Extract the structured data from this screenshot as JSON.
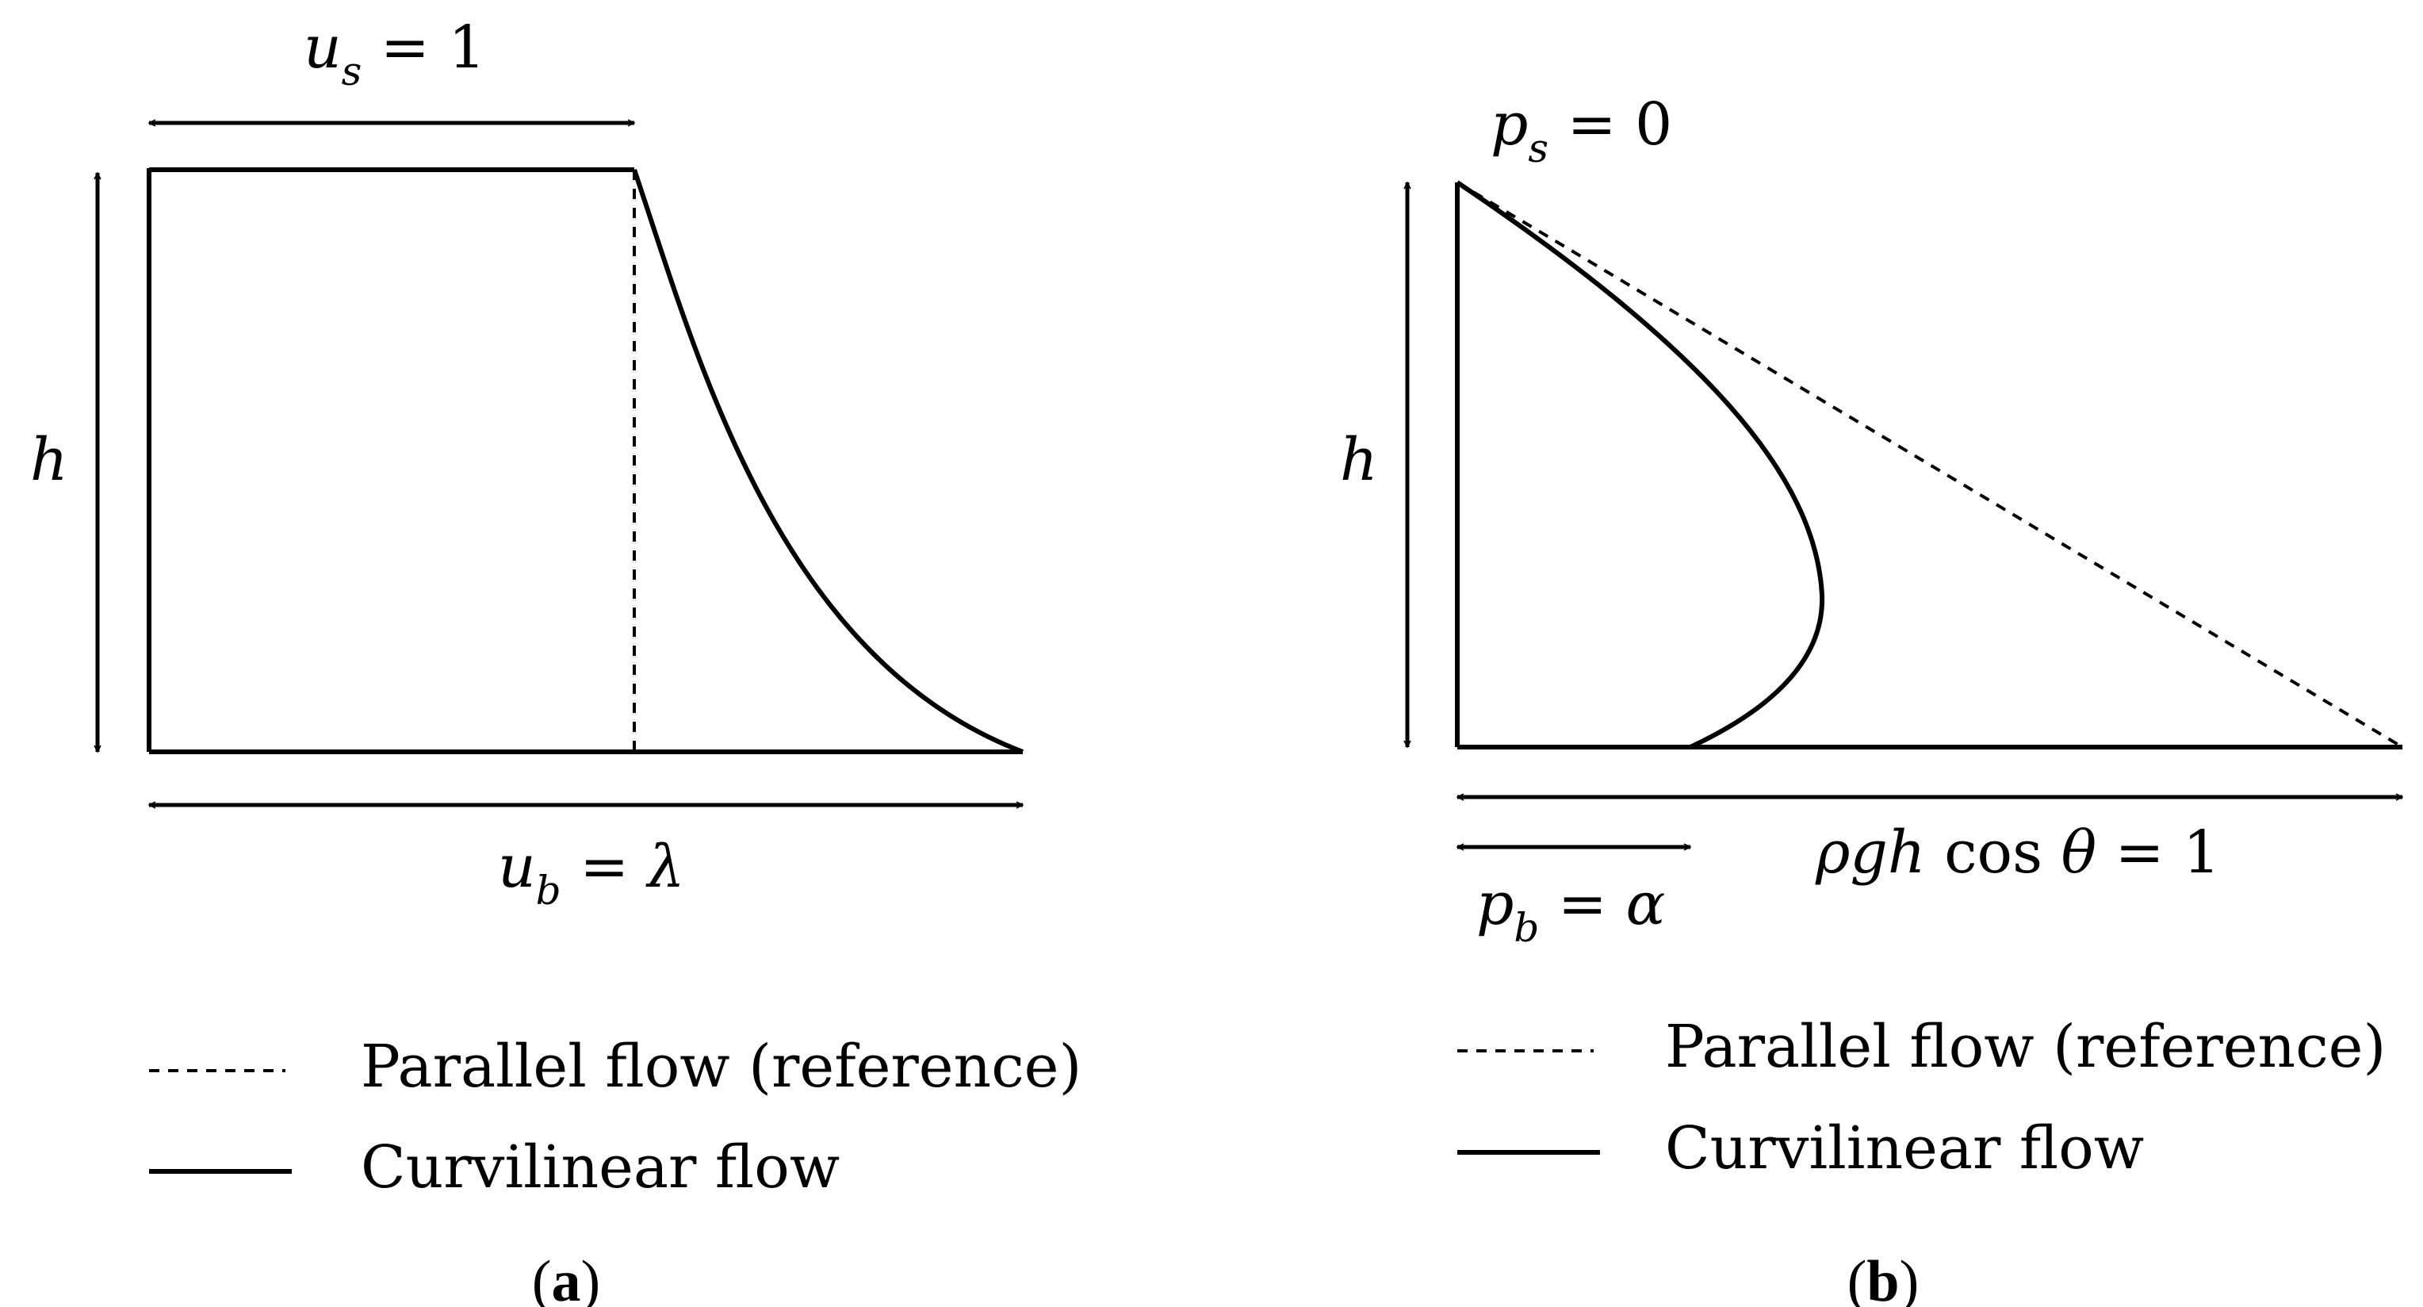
{
  "panel_a": {
    "top_label": {
      "var": "u",
      "sub": "s",
      "rest": " = 1"
    },
    "height_label": "h",
    "bottom_label": {
      "var": "u",
      "sub": "b",
      "rest": " = ",
      "greek": "λ"
    },
    "legend": [
      {
        "style": "dashed",
        "text": "Parallel flow (reference)"
      },
      {
        "style": "solid",
        "text": "Curvilinear flow"
      }
    ],
    "caption": {
      "open": "(",
      "letter": "a",
      "close": ")"
    }
  },
  "panel_b": {
    "top_label": {
      "var": "p",
      "sub": "s",
      "rest": " = 0"
    },
    "height_label": "h",
    "bottom_label": {
      "var": "ρgh",
      "func": " cos ",
      "greek": "θ",
      "rest": " = 1"
    },
    "base_label": {
      "var": "p",
      "sub": "b",
      "rest": " = ",
      "greek": "α"
    },
    "legend": [
      {
        "style": "dashed",
        "text": "Parallel flow (reference)"
      },
      {
        "style": "solid",
        "text": "Curvilinear flow"
      }
    ],
    "caption": {
      "open": "(",
      "letter": "b",
      "close": ")"
    }
  },
  "colors": {
    "ink": "#000000",
    "background": "#ffffff"
  }
}
